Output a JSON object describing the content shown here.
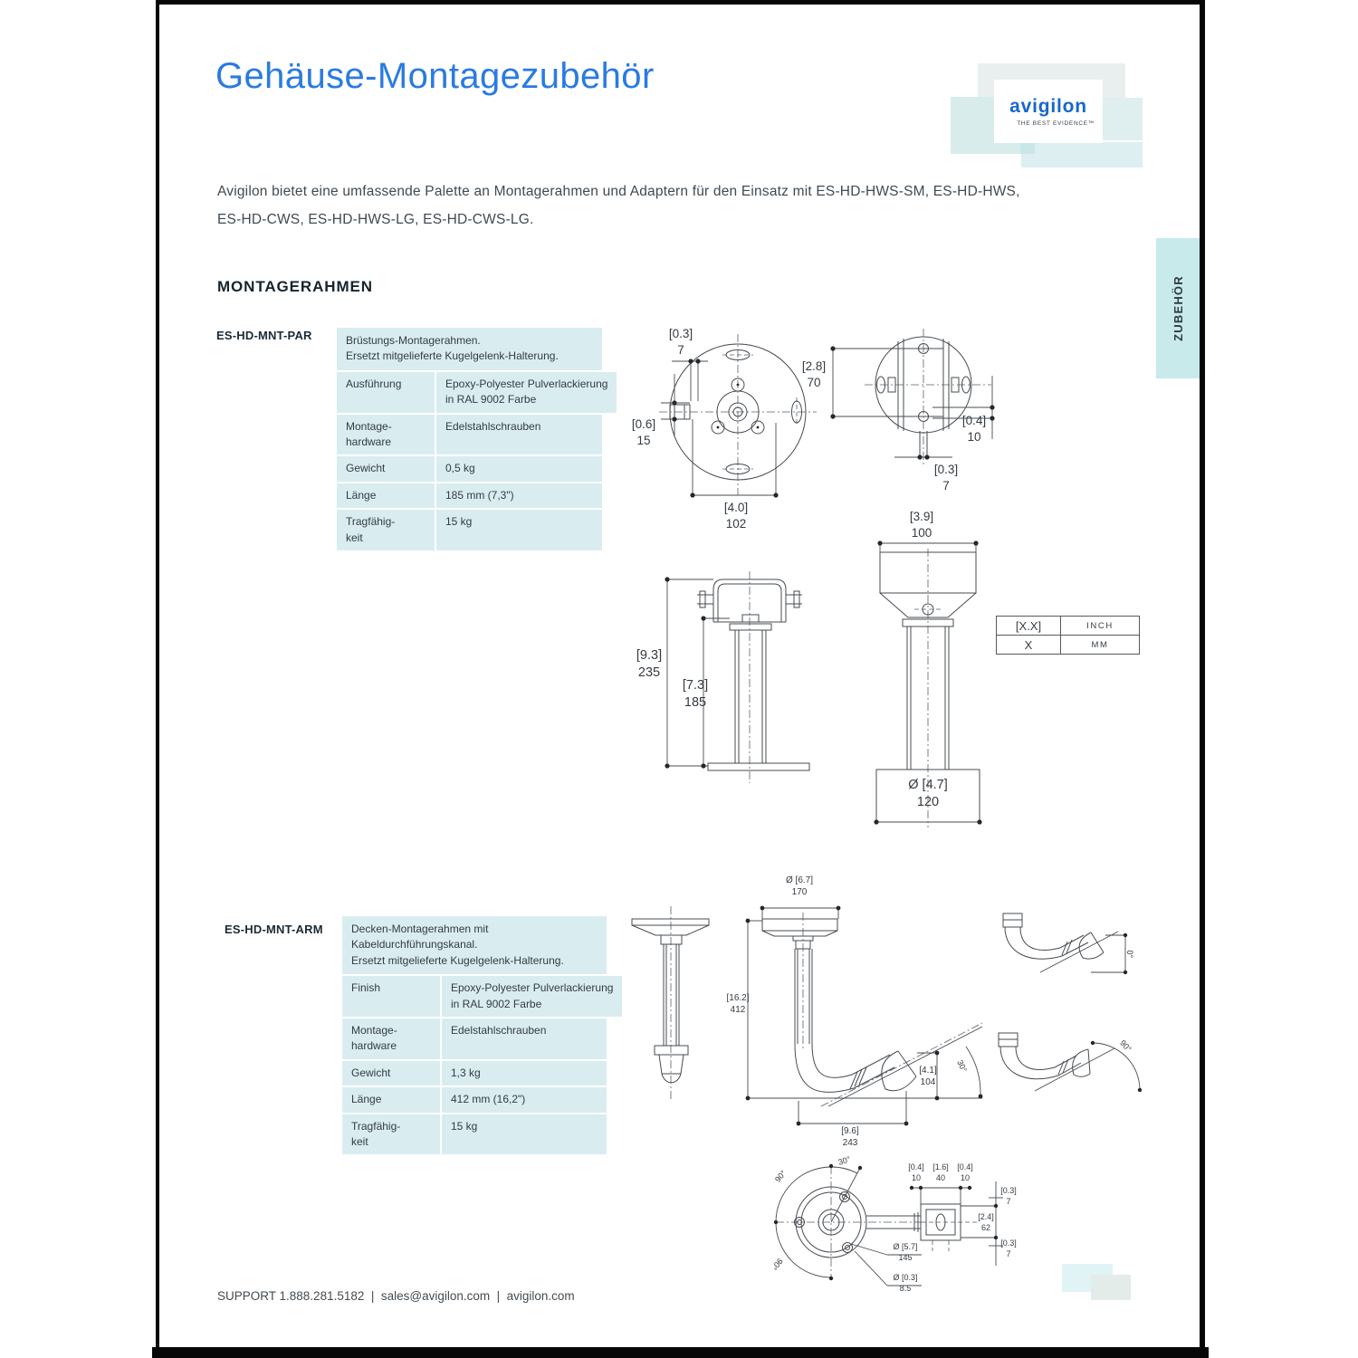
{
  "page": {
    "title": "Gehäuse-Montagezubehör",
    "intro": "Avigilon bietet eine umfassende Palette an Montagerahmen und Adaptern für den Einsatz mit ES-HD-HWS-SM, ES-HD-HWS,\nES-HD-CWS, ES-HD-HWS-LG, ES-HD-CWS-LG.",
    "section_heading": "MONTAGERAHMEN",
    "side_tab": "ZUBEHÖR",
    "footer": "SUPPORT 1.888.281.5182  |  sales@avigilon.com  |  avigilon.com"
  },
  "logo": {
    "wordmark": "avigilon",
    "tagline": "THE BEST EVIDENCE™"
  },
  "products": [
    {
      "model": "ES-HD-MNT-PAR",
      "description": "Brüstungs-Montagerahmen.\nErsetzt mitgelieferte Kugelgelenk-Halterung.",
      "specs": [
        {
          "label": "Ausführung",
          "value": "Epoxy-Polyester Pulverlackierung\nin RAL 9002 Farbe"
        },
        {
          "label": "Montage-\nhardware",
          "value": "Edelstahlschrauben"
        },
        {
          "label": "Gewicht",
          "value": "0,5 kg"
        },
        {
          "label": "Länge",
          "value": "185 mm (7,3\")"
        },
        {
          "label": "Tragfähig-\nkeit",
          "value": "15 kg"
        }
      ]
    },
    {
      "model": "ES-HD-MNT-ARM",
      "description": "Decken-Montagerahmen mit\nKabeldurchführungskanal.\nErsetzt mitgelieferte Kugelgelenk-Halterung.",
      "specs": [
        {
          "label": "Finish",
          "value": "Epoxy-Polyester Pulverlackierung\nin RAL 9002 Farbe"
        },
        {
          "label": "Montage-\nhardware",
          "value": "Edelstahlschrauben"
        },
        {
          "label": "Gewicht",
          "value": "1,3 kg"
        },
        {
          "label": "Länge",
          "value": "412 mm (16,2\")"
        },
        {
          "label": "Tragfähig-\nkeit",
          "value": "15 kg"
        }
      ]
    }
  ],
  "legend": {
    "inch_symbol": "[X.X]",
    "inch_label": "INCH",
    "mm_symbol": "X",
    "mm_label": "MM"
  },
  "dims": {
    "par_front_hole_spacing": {
      "in": "[0.3]",
      "mm": "7"
    },
    "par_front_slot_height": {
      "in": "[0.6]",
      "mm": "15"
    },
    "par_front_bolt_circle": {
      "in": "[4.0]",
      "mm": "102"
    },
    "par_side_hole_spacing": {
      "in": "[2.8]",
      "mm": "70"
    },
    "par_side_edge_offset": {
      "in": "[0.4]",
      "mm": "10"
    },
    "par_side_hole_dia": {
      "in": "[0.3]",
      "mm": "7"
    },
    "par_head_width": {
      "in": "[3.9]",
      "mm": "100"
    },
    "par_overall_height": {
      "in": "[9.3]",
      "mm": "235"
    },
    "par_pole_height": {
      "in": "[7.3]",
      "mm": "185"
    },
    "par_base_dia": {
      "in": "Ø [4.7]",
      "mm": "120"
    },
    "arm_cap_dia": {
      "in": "Ø [6.7]",
      "mm": "170"
    },
    "arm_overall_height": {
      "in": "[16.2]",
      "mm": "412"
    },
    "arm_head_height": {
      "in": "[4.1]",
      "mm": "104"
    },
    "arm_reach": {
      "in": "[9.6]",
      "mm": "243"
    },
    "arm_tilt_angle": "30°",
    "arm_rotation_min": "0°",
    "arm_rotation_max": "90°",
    "base_seg_left": {
      "in": "[0.4]",
      "mm": "10"
    },
    "base_seg_mid": {
      "in": "[1.6]",
      "mm": "40"
    },
    "base_seg_right": {
      "in": "[0.4]",
      "mm": "10"
    },
    "base_hole_top": {
      "in": "[0.3]",
      "mm": "7"
    },
    "base_block_height": {
      "in": "[2.4]",
      "mm": "62"
    },
    "base_hole_bottom": {
      "in": "[0.3]",
      "mm": "7"
    },
    "base_bolt_circle_dia": {
      "in": "Ø [5.7]",
      "mm": "145"
    },
    "base_hole_dia": {
      "in": "Ø [0.3]",
      "mm": "8.5"
    },
    "base_angle_30": "30°",
    "base_angle_90_upper": "90°",
    "base_angle_90_lower": "90°"
  },
  "colors": {
    "accent_blue": "#2a7be2",
    "logo_blue": "#1767cf",
    "table_bg": "#d9edf0",
    "tab_bg": "#c8eaea",
    "heading_dark": "#16242e",
    "body_text": "#3f4a52"
  }
}
